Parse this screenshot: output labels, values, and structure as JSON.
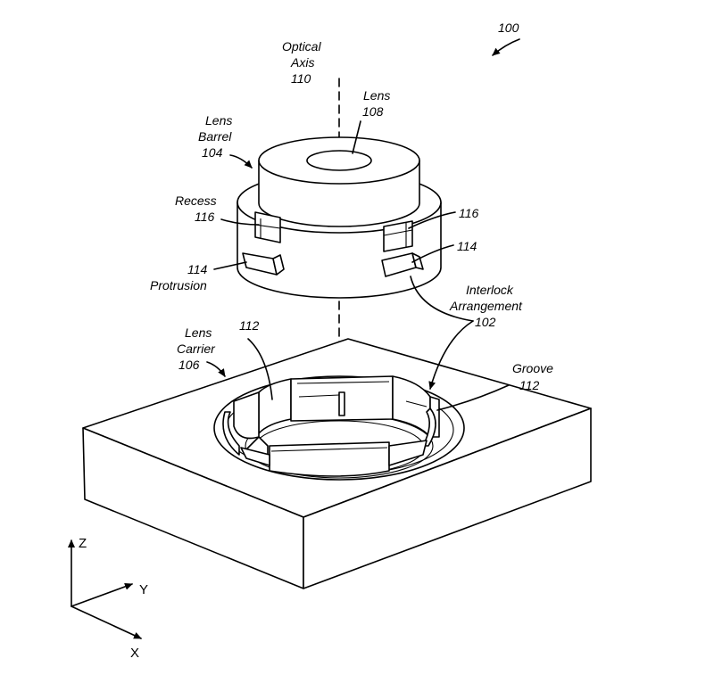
{
  "figure_number": "100",
  "labels": {
    "optical_axis_line1": "Optical",
    "optical_axis_line2": "Axis",
    "optical_axis_ref": "110",
    "lens_name": "Lens",
    "lens_ref": "108",
    "lens_barrel_line1": "Lens",
    "lens_barrel_line2": "Barrel",
    "lens_barrel_ref": "104",
    "recess_name": "Recess",
    "recess_ref_left": "116",
    "recess_ref_right": "116",
    "protrusion_ref_right": "114",
    "protrusion_ref_left": "114",
    "protrusion_name": "Protrusion",
    "interlock_line1": "Interlock",
    "interlock_line2": "Arrangement",
    "interlock_ref": "102",
    "lens_carrier_line1": "Lens",
    "lens_carrier_line2": "Carrier",
    "lens_carrier_ref": "106",
    "groove_ref_left": "112",
    "groove_name": "Groove",
    "groove_ref_right": "112"
  },
  "axes": {
    "z": "Z",
    "y": "Y",
    "x": "X"
  }
}
